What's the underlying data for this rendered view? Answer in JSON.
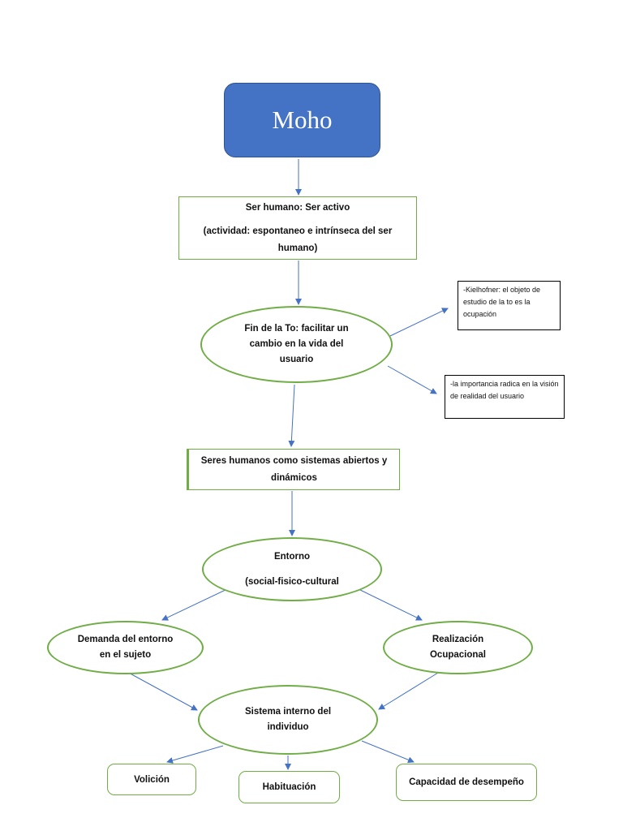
{
  "title": "Moho",
  "nodes": {
    "ser_humano": {
      "line1": "Ser humano: Ser activo",
      "line2": "(actividad: espontaneo e intrínseca del ser humano)"
    },
    "fin_to": "Fin de la To: facilitar un cambio en la vida del usuario",
    "note_kielhofner": "-Kielhofner: el objeto de estudio de la to es la ocupación",
    "note_importancia": "-la importancia radica en la visión de realidad del usuario",
    "sistemas": "Seres humanos como sistemas abiertos y dinámicos",
    "entorno": {
      "line1": "Entorno",
      "line2": "(social-fisico-cultural"
    },
    "demanda": "Demanda del entorno en el sujeto",
    "realizacion": "Realización Ocupacional",
    "sistema_interno": "Sistema interno del individuo",
    "volicion": "Volición",
    "habituacion": "Habituación",
    "capacidad": "Capacidad de desempeño"
  },
  "colors": {
    "title_fill": "#4472c4",
    "node_border": "#70ad47",
    "arrow": "#4472c4",
    "note_border": "#000000"
  }
}
